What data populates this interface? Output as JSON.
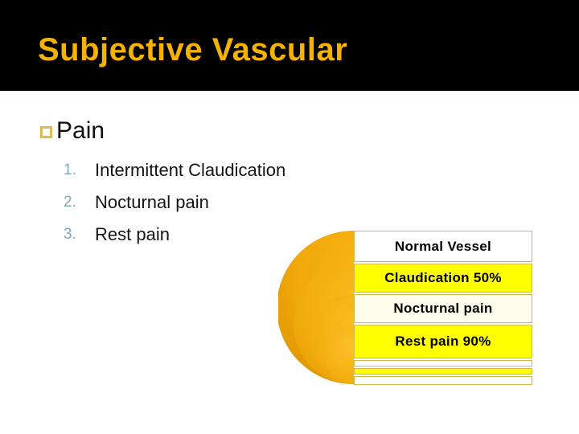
{
  "slide": {
    "title": "Subjective Vascular",
    "bullet_heading": "Pain",
    "list": [
      {
        "num": "1.",
        "text": "Intermittent Claudication"
      },
      {
        "num": "2.",
        "text": "Nocturnal pain"
      },
      {
        "num": "3.",
        "text": "Rest pain"
      }
    ],
    "diagram": {
      "rows": [
        {
          "label": "Normal Vessel",
          "bg": "white"
        },
        {
          "label": "Claudication 50%",
          "bg": "yellow"
        },
        {
          "label": "Nocturnal pain",
          "bg": "cream"
        },
        {
          "label": "Rest pain 90%",
          "bg": "yellow"
        },
        {
          "label": "",
          "bg": "white"
        },
        {
          "label": "",
          "bg": "yellow"
        },
        {
          "label": "",
          "bg": "white"
        }
      ],
      "semicircle_count": 4
    },
    "colors": {
      "title_gold": "#F5B201",
      "bullet_border": "#DDBC50",
      "list_number_blue": "#7FA8B8",
      "body_text": "#141414",
      "circle_gold": "#F0A70A",
      "row_border": "#D8B441",
      "row_yellow": "#FFFF00",
      "row_cream": "#FFFDEC",
      "title_band": "#000000"
    }
  }
}
